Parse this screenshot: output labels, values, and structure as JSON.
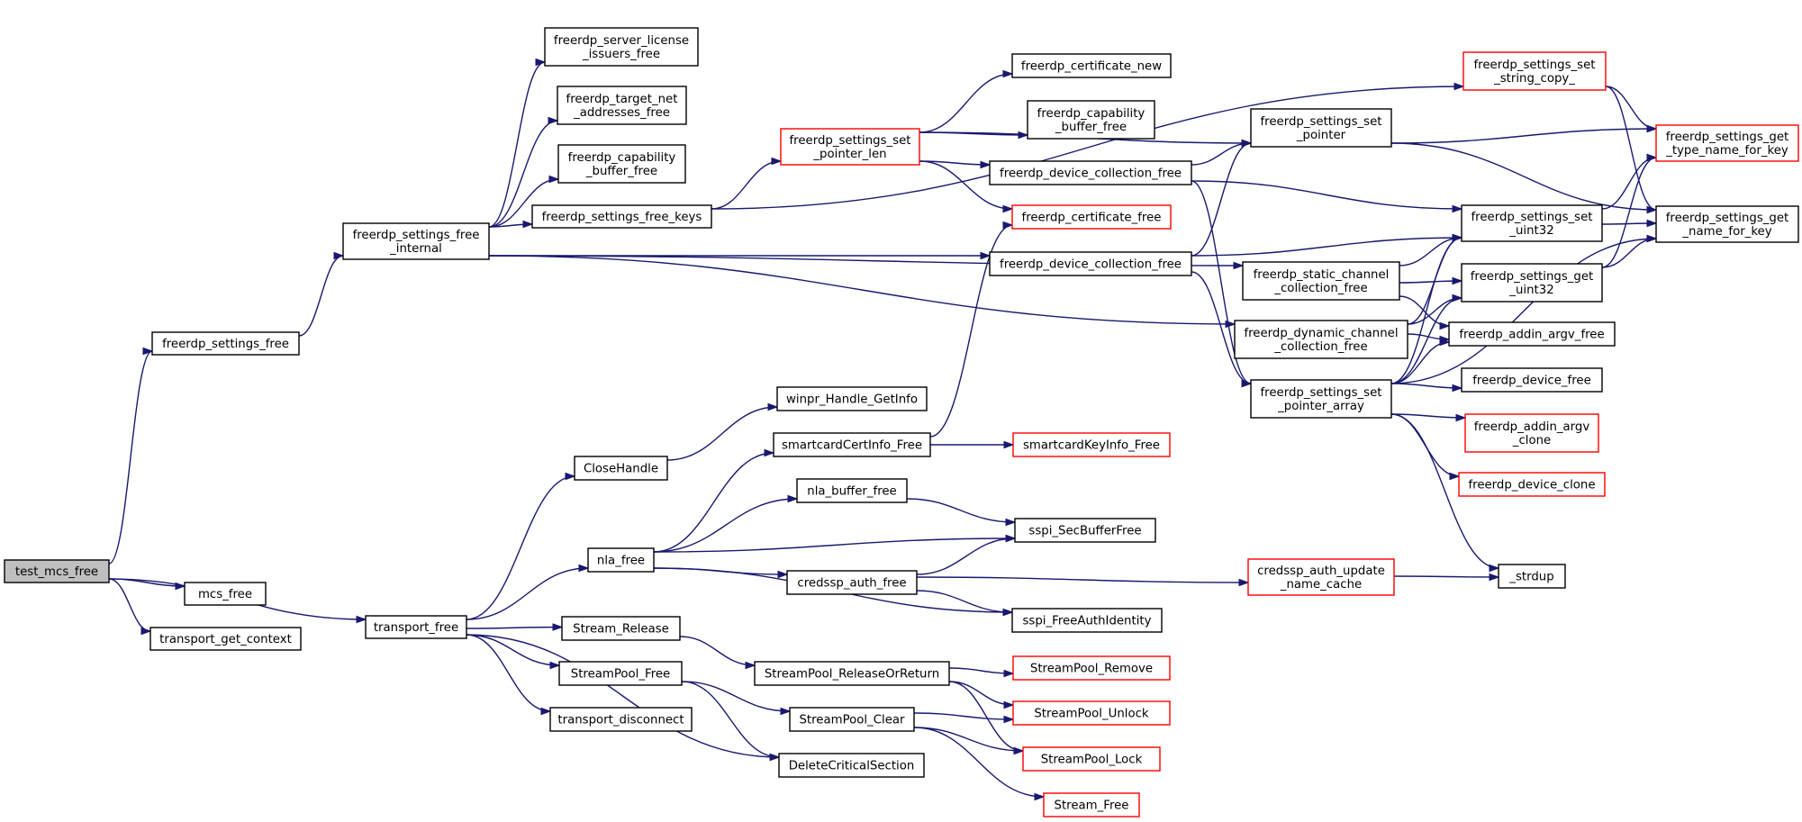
{
  "nodes": [
    {
      "id": "test_mcs_free",
      "lines": [
        "test_mcs_free"
      ],
      "style": "root"
    },
    {
      "id": "freerdp_settings_free",
      "lines": [
        "freerdp_settings_free"
      ],
      "style": "normal"
    },
    {
      "id": "mcs_free",
      "lines": [
        "mcs_free"
      ],
      "style": "normal"
    },
    {
      "id": "transport_get_context",
      "lines": [
        "transport_get_context"
      ],
      "style": "normal"
    },
    {
      "id": "transport_free",
      "lines": [
        "transport_free"
      ],
      "style": "normal"
    },
    {
      "id": "freerdp_settings_free_internal",
      "lines": [
        "freerdp_settings_free",
        "_internal"
      ],
      "style": "normal"
    },
    {
      "id": "freerdp_server_license_issuers_free",
      "lines": [
        "freerdp_server_license",
        "_issuers_free"
      ],
      "style": "normal"
    },
    {
      "id": "freerdp_target_net_addresses_free",
      "lines": [
        "freerdp_target_net",
        "_addresses_free"
      ],
      "style": "normal"
    },
    {
      "id": "freerdp_capability_buffer_free_a",
      "lines": [
        "freerdp_capability",
        "_buffer_free"
      ],
      "style": "normal"
    },
    {
      "id": "freerdp_settings_free_keys",
      "lines": [
        "freerdp_settings_free_keys"
      ],
      "style": "normal"
    },
    {
      "id": "freerdp_settings_set_pointer_len",
      "lines": [
        "freerdp_settings_set",
        "_pointer_len"
      ],
      "style": "red"
    },
    {
      "id": "freerdp_certificate_new",
      "lines": [
        "freerdp_certificate_new"
      ],
      "style": "normal"
    },
    {
      "id": "freerdp_capability_buffer_free_b",
      "lines": [
        "freerdp_capability",
        "_buffer_free"
      ],
      "style": "normal"
    },
    {
      "id": "freerdp_device_collection_free_a",
      "lines": [
        "freerdp_device_collection_free"
      ],
      "style": "normal"
    },
    {
      "id": "freerdp_certificate_free",
      "lines": [
        "freerdp_certificate_free"
      ],
      "style": "red"
    },
    {
      "id": "freerdp_device_collection_free_b",
      "lines": [
        "freerdp_device_collection_free"
      ],
      "style": "normal"
    },
    {
      "id": "freerdp_settings_set_pointer",
      "lines": [
        "freerdp_settings_set",
        "_pointer"
      ],
      "style": "normal"
    },
    {
      "id": "freerdp_static_channel_collection_free",
      "lines": [
        "freerdp_static_channel",
        "_collection_free"
      ],
      "style": "normal"
    },
    {
      "id": "freerdp_dynamic_channel_collection_free",
      "lines": [
        "freerdp_dynamic_channel",
        "_collection_free"
      ],
      "style": "normal"
    },
    {
      "id": "freerdp_settings_set_pointer_array",
      "lines": [
        "freerdp_settings_set",
        "_pointer_array"
      ],
      "style": "normal"
    },
    {
      "id": "freerdp_settings_set_string_copy_",
      "lines": [
        "freerdp_settings_set",
        "_string_copy_"
      ],
      "style": "red"
    },
    {
      "id": "freerdp_settings_set_uint32",
      "lines": [
        "freerdp_settings_set",
        "_uint32"
      ],
      "style": "normal"
    },
    {
      "id": "freerdp_settings_get_uint32",
      "lines": [
        "freerdp_settings_get",
        "_uint32"
      ],
      "style": "normal"
    },
    {
      "id": "freerdp_addin_argv_free",
      "lines": [
        "freerdp_addin_argv_free"
      ],
      "style": "normal"
    },
    {
      "id": "freerdp_device_free",
      "lines": [
        "freerdp_device_free"
      ],
      "style": "normal"
    },
    {
      "id": "freerdp_addin_argv_clone",
      "lines": [
        "freerdp_addin_argv",
        "_clone"
      ],
      "style": "red"
    },
    {
      "id": "freerdp_device_clone",
      "lines": [
        "freerdp_device_clone"
      ],
      "style": "red"
    },
    {
      "id": "_strdup",
      "lines": [
        "_strdup"
      ],
      "style": "normal"
    },
    {
      "id": "freerdp_settings_get_type_name_for_key",
      "lines": [
        "freerdp_settings_get",
        "_type_name_for_key"
      ],
      "style": "red"
    },
    {
      "id": "freerdp_settings_get_name_for_key",
      "lines": [
        "freerdp_settings_get",
        "_name_for_key"
      ],
      "style": "normal"
    },
    {
      "id": "winpr_Handle_GetInfo",
      "lines": [
        "winpr_Handle_GetInfo"
      ],
      "style": "normal"
    },
    {
      "id": "CloseHandle",
      "lines": [
        "CloseHandle"
      ],
      "style": "normal"
    },
    {
      "id": "smartcardCertInfo_Free",
      "lines": [
        "smartcardCertInfo_Free"
      ],
      "style": "normal"
    },
    {
      "id": "smartcardKeyInfo_Free",
      "lines": [
        "smartcardKeyInfo_Free"
      ],
      "style": "red"
    },
    {
      "id": "nla_buffer_free",
      "lines": [
        "nla_buffer_free"
      ],
      "style": "normal"
    },
    {
      "id": "nla_free",
      "lines": [
        "nla_free"
      ],
      "style": "normal"
    },
    {
      "id": "sspi_SecBufferFree",
      "lines": [
        "sspi_SecBufferFree"
      ],
      "style": "normal"
    },
    {
      "id": "credssp_auth_free",
      "lines": [
        "credssp_auth_free"
      ],
      "style": "normal"
    },
    {
      "id": "credssp_auth_update_name_cache",
      "lines": [
        "credssp_auth_update",
        "_name_cache"
      ],
      "style": "red"
    },
    {
      "id": "sspi_FreeAuthIdentity",
      "lines": [
        "sspi_FreeAuthIdentity"
      ],
      "style": "normal"
    },
    {
      "id": "Stream_Release",
      "lines": [
        "Stream_Release"
      ],
      "style": "normal"
    },
    {
      "id": "StreamPool_Free",
      "lines": [
        "StreamPool_Free"
      ],
      "style": "normal"
    },
    {
      "id": "transport_disconnect",
      "lines": [
        "transport_disconnect"
      ],
      "style": "normal"
    },
    {
      "id": "StreamPool_ReleaseOrReturn",
      "lines": [
        "StreamPool_ReleaseOrReturn"
      ],
      "style": "normal"
    },
    {
      "id": "StreamPool_Remove",
      "lines": [
        "StreamPool_Remove"
      ],
      "style": "red"
    },
    {
      "id": "StreamPool_Clear",
      "lines": [
        "StreamPool_Clear"
      ],
      "style": "normal"
    },
    {
      "id": "StreamPool_Unlock",
      "lines": [
        "StreamPool_Unlock"
      ],
      "style": "red"
    },
    {
      "id": "StreamPool_Lock",
      "lines": [
        "StreamPool_Lock"
      ],
      "style": "red"
    },
    {
      "id": "DeleteCriticalSection",
      "lines": [
        "DeleteCriticalSection"
      ],
      "style": "normal"
    },
    {
      "id": "Stream_Free",
      "lines": [
        "Stream_Free"
      ],
      "style": "red"
    }
  ],
  "edges": [
    [
      "test_mcs_free",
      "freerdp_settings_free"
    ],
    [
      "test_mcs_free",
      "mcs_free"
    ],
    [
      "test_mcs_free",
      "transport_get_context"
    ],
    [
      "test_mcs_free",
      "transport_free"
    ],
    [
      "freerdp_settings_free",
      "freerdp_settings_free_internal"
    ],
    [
      "freerdp_settings_free_internal",
      "freerdp_server_license_issuers_free"
    ],
    [
      "freerdp_settings_free_internal",
      "freerdp_target_net_addresses_free"
    ],
    [
      "freerdp_settings_free_internal",
      "freerdp_capability_buffer_free_a"
    ],
    [
      "freerdp_settings_free_internal",
      "freerdp_settings_free_keys"
    ],
    [
      "freerdp_settings_free_internal",
      "freerdp_device_collection_free_b"
    ],
    [
      "freerdp_settings_free_internal",
      "freerdp_static_channel_collection_free"
    ],
    [
      "freerdp_settings_free_internal",
      "freerdp_dynamic_channel_collection_free"
    ],
    [
      "freerdp_settings_free_keys",
      "freerdp_settings_set_pointer_len"
    ],
    [
      "freerdp_settings_free_keys",
      "freerdp_settings_set_string_copy_"
    ],
    [
      "freerdp_settings_set_pointer_len",
      "freerdp_certificate_new"
    ],
    [
      "freerdp_settings_set_pointer_len",
      "freerdp_capability_buffer_free_b"
    ],
    [
      "freerdp_settings_set_pointer_len",
      "freerdp_device_collection_free_a"
    ],
    [
      "freerdp_settings_set_pointer_len",
      "freerdp_certificate_free"
    ],
    [
      "freerdp_settings_set_pointer_len",
      "freerdp_settings_set_pointer"
    ],
    [
      "freerdp_device_collection_free_a",
      "freerdp_settings_set_pointer"
    ],
    [
      "freerdp_device_collection_free_a",
      "freerdp_settings_set_uint32"
    ],
    [
      "freerdp_device_collection_free_a",
      "freerdp_settings_set_pointer_array"
    ],
    [
      "freerdp_device_collection_free_b",
      "freerdp_settings_set_pointer"
    ],
    [
      "freerdp_device_collection_free_b",
      "freerdp_settings_set_uint32"
    ],
    [
      "freerdp_device_collection_free_b",
      "freerdp_settings_set_pointer_array"
    ],
    [
      "freerdp_static_channel_collection_free",
      "freerdp_settings_set_uint32"
    ],
    [
      "freerdp_static_channel_collection_free",
      "freerdp_settings_get_uint32"
    ],
    [
      "freerdp_static_channel_collection_free",
      "freerdp_addin_argv_free"
    ],
    [
      "freerdp_dynamic_channel_collection_free",
      "freerdp_settings_set_uint32"
    ],
    [
      "freerdp_dynamic_channel_collection_free",
      "freerdp_settings_get_uint32"
    ],
    [
      "freerdp_dynamic_channel_collection_free",
      "freerdp_addin_argv_free"
    ],
    [
      "freerdp_settings_set_pointer",
      "freerdp_settings_get_type_name_for_key"
    ],
    [
      "freerdp_settings_set_pointer",
      "freerdp_settings_get_name_for_key"
    ],
    [
      "freerdp_settings_set_string_copy_",
      "freerdp_settings_get_type_name_for_key"
    ],
    [
      "freerdp_settings_set_string_copy_",
      "freerdp_settings_get_name_for_key"
    ],
    [
      "freerdp_settings_set_uint32",
      "freerdp_settings_get_type_name_for_key"
    ],
    [
      "freerdp_settings_set_uint32",
      "freerdp_settings_get_name_for_key"
    ],
    [
      "freerdp_settings_get_uint32",
      "freerdp_settings_get_type_name_for_key"
    ],
    [
      "freerdp_settings_get_uint32",
      "freerdp_settings_get_name_for_key"
    ],
    [
      "freerdp_settings_set_pointer_array",
      "freerdp_settings_set_uint32"
    ],
    [
      "freerdp_settings_set_pointer_array",
      "freerdp_settings_get_uint32"
    ],
    [
      "freerdp_settings_set_pointer_array",
      "freerdp_addin_argv_free"
    ],
    [
      "freerdp_settings_set_pointer_array",
      "freerdp_device_free"
    ],
    [
      "freerdp_settings_set_pointer_array",
      "freerdp_addin_argv_clone"
    ],
    [
      "freerdp_settings_set_pointer_array",
      "freerdp_device_clone"
    ],
    [
      "freerdp_settings_set_pointer_array",
      "_strdup"
    ],
    [
      "freerdp_settings_set_pointer_array",
      "freerdp_settings_get_name_for_key"
    ],
    [
      "transport_free",
      "CloseHandle"
    ],
    [
      "transport_free",
      "nla_free"
    ],
    [
      "transport_free",
      "Stream_Release"
    ],
    [
      "transport_free",
      "StreamPool_Free"
    ],
    [
      "transport_free",
      "transport_disconnect"
    ],
    [
      "transport_free",
      "DeleteCriticalSection"
    ],
    [
      "CloseHandle",
      "winpr_Handle_GetInfo"
    ],
    [
      "nla_free",
      "smartcardCertInfo_Free"
    ],
    [
      "nla_free",
      "nla_buffer_free"
    ],
    [
      "nla_free",
      "sspi_SecBufferFree"
    ],
    [
      "nla_free",
      "credssp_auth_free"
    ],
    [
      "nla_free",
      "sspi_FreeAuthIdentity"
    ],
    [
      "smartcardCertInfo_Free",
      "freerdp_certificate_free"
    ],
    [
      "smartcardCertInfo_Free",
      "smartcardKeyInfo_Free"
    ],
    [
      "nla_buffer_free",
      "sspi_SecBufferFree"
    ],
    [
      "credssp_auth_free",
      "sspi_SecBufferFree"
    ],
    [
      "credssp_auth_free",
      "credssp_auth_update_name_cache"
    ],
    [
      "credssp_auth_free",
      "sspi_FreeAuthIdentity"
    ],
    [
      "credssp_auth_update_name_cache",
      "_strdup"
    ],
    [
      "Stream_Release",
      "StreamPool_ReleaseOrReturn"
    ],
    [
      "StreamPool_Free",
      "StreamPool_Clear"
    ],
    [
      "StreamPool_Free",
      "DeleteCriticalSection"
    ],
    [
      "StreamPool_ReleaseOrReturn",
      "StreamPool_Remove"
    ],
    [
      "StreamPool_ReleaseOrReturn",
      "StreamPool_Unlock"
    ],
    [
      "StreamPool_ReleaseOrReturn",
      "StreamPool_Lock"
    ],
    [
      "StreamPool_Clear",
      "StreamPool_Unlock"
    ],
    [
      "StreamPool_Clear",
      "StreamPool_Lock"
    ],
    [
      "StreamPool_Clear",
      "Stream_Free"
    ]
  ]
}
